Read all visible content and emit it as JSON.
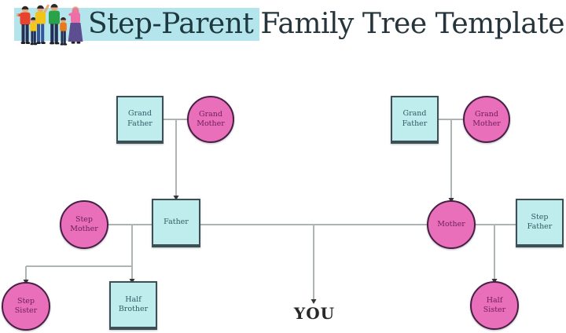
{
  "header": {
    "title_highlight": "Step-Parent",
    "title_rest": "Family Tree Template",
    "illustration": "family-group-illustration"
  },
  "tree": {
    "paternal_grandfather": "Grand Father",
    "paternal_grandmother": "Grand Mother",
    "maternal_grandfather": "Grand Father",
    "maternal_grandmother": "Grand Mother",
    "step_mother": "Step Mother",
    "father": "Father",
    "mother": "Mother",
    "step_father": "Step Father",
    "step_sister": "Step Sister",
    "half_brother": "Half Brother",
    "half_sister": "Half Sister",
    "you": "YOU"
  },
  "legend": {
    "male_shape": "square",
    "female_shape": "circle"
  },
  "colors": {
    "highlight_bar": "#b4e5ec",
    "square_fill": "#bfecec",
    "square_border": "#3d4f55",
    "square_text": "#2f5d66",
    "circle_fill": "#e96fba",
    "circle_border": "#472145",
    "circle_text": "#6f2058",
    "connector_line": "#aeb4b4",
    "title_text": "#20333a"
  }
}
